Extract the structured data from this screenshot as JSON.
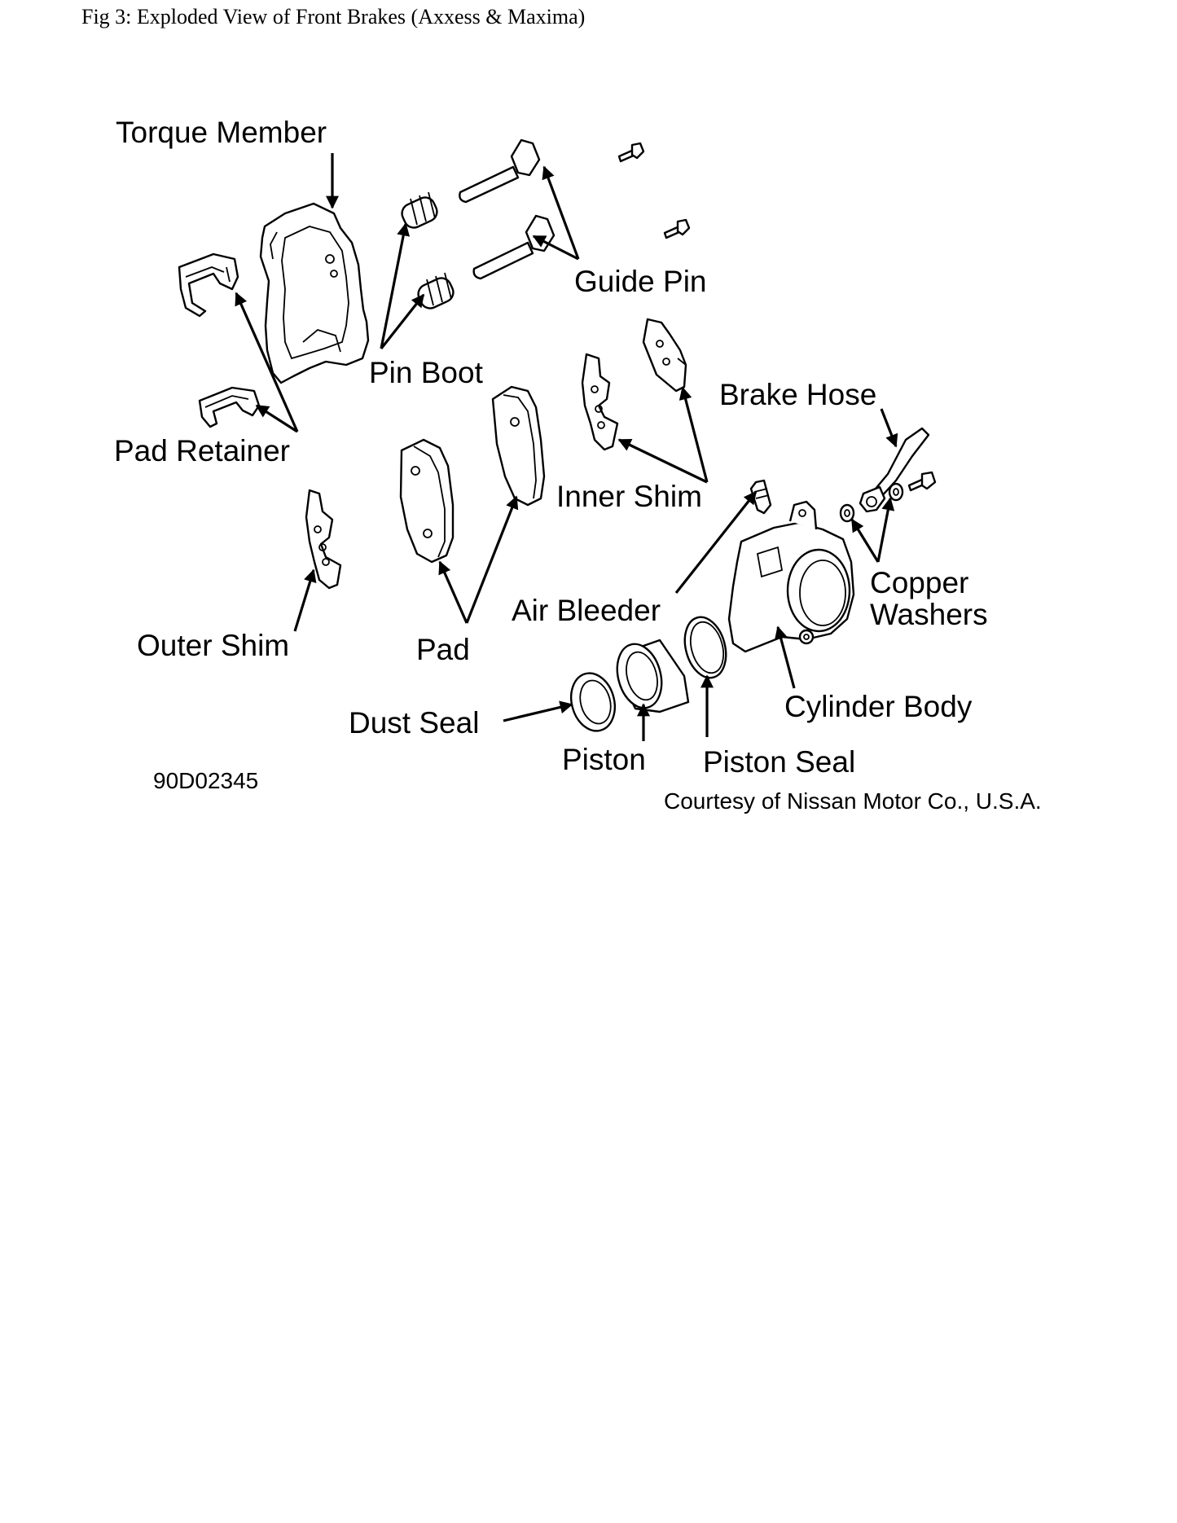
{
  "figure": {
    "title": "Fig 3: Exploded View of Front Brakes (Axxess & Maxima)",
    "code": "90D02345",
    "credit": "Courtesy of Nissan Motor Co., U.S.A."
  },
  "labels": {
    "torque_member": "Torque Member",
    "guide_pin": "Guide Pin",
    "pin_boot": "Pin Boot",
    "pad_retainer": "Pad Retainer",
    "brake_hose": "Brake Hose",
    "inner_shim": "Inner Shim",
    "outer_shim": "Outer Shim",
    "pad": "Pad",
    "air_bleeder": "Air Bleeder",
    "copper_washers_line1": "Copper",
    "copper_washers_line2": "Washers",
    "cylinder_body": "Cylinder Body",
    "dust_seal": "Dust Seal",
    "piston": "Piston",
    "piston_seal": "Piston Seal"
  }
}
